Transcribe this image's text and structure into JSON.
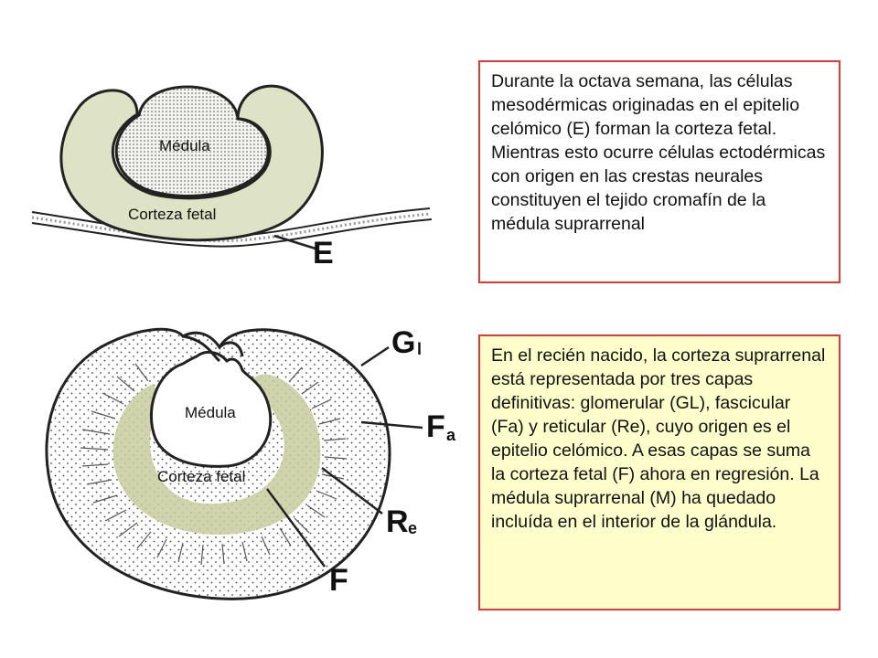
{
  "colors": {
    "cortex_fill": "#dfe3c5",
    "fetal_band": "#c8cc9e",
    "medulla_fill": "#f4f4ee",
    "box_border": "#e03a3a",
    "box1_bg": "#ffffff",
    "box2_bg": "#ffffcc"
  },
  "top_diagram": {
    "medulla_label": "Médula",
    "cortex_label": "Corteza fetal",
    "letter_e": "E"
  },
  "bottom_diagram": {
    "medulla_label": "Médula",
    "cortex_label": "Corteza fetal",
    "letter_g": "G",
    "letter_g_sub": "l",
    "letter_f": "F",
    "letter_f_sub": "a",
    "letter_r": "R",
    "letter_r_sub": "e",
    "letter_f2": "F"
  },
  "box1": {
    "text": "Durante la octava semana, las células mesodérmicas originadas en el epitelio celómico (E) forman la corteza fetal. Mientras esto ocurre células ectodérmicas con origen en las crestas neurales constituyen el tejido cromafín de la médula suprarrenal"
  },
  "box2": {
    "text": "En el recién nacido, la corteza suprarrenal está representada por tres capas definitivas: glomerular (GL), fascicular (Fa) y reticular (Re), cuyo origen es el epitelio celómico. A esas capas se suma la corteza fetal (F) ahora en regresión. La médula suprarrenal (M) ha quedado incluída en el interior de la glándula."
  }
}
